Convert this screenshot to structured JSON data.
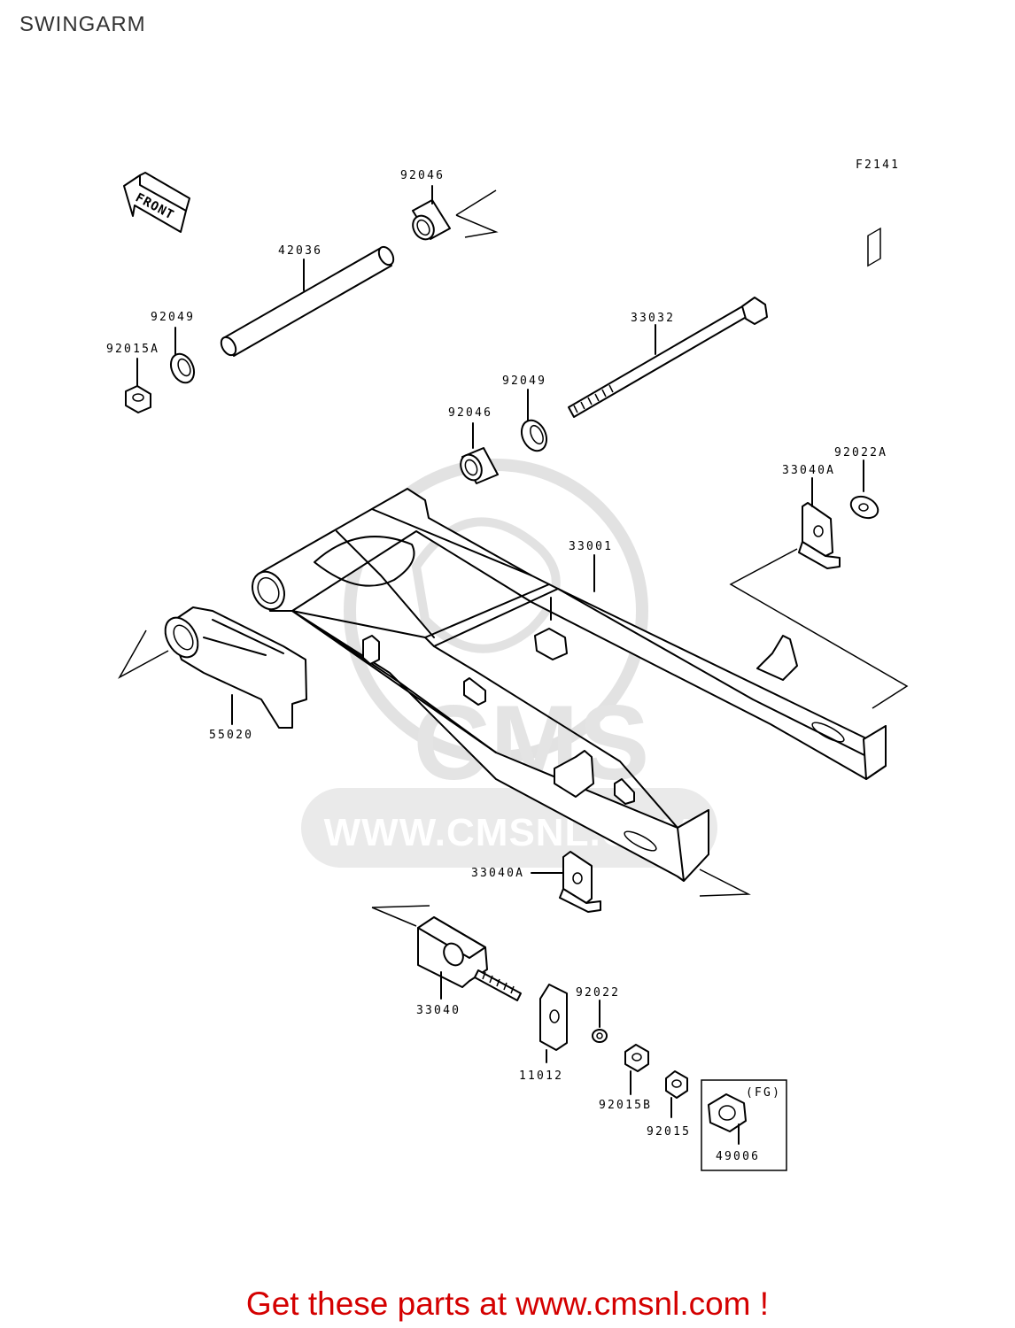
{
  "title": "SWINGARM",
  "figure_code": "F2141",
  "front_label": "FRONT",
  "watermark": "WWW.CMSNL.COM",
  "parts": [
    {
      "id": "p1",
      "number": "92046"
    },
    {
      "id": "p2",
      "number": "42036"
    },
    {
      "id": "p3",
      "number": "92049"
    },
    {
      "id": "p4",
      "number": "92015A"
    },
    {
      "id": "p5",
      "number": "33032"
    },
    {
      "id": "p6",
      "number": "92049"
    },
    {
      "id": "p7",
      "number": "92046"
    },
    {
      "id": "p8",
      "number": "92022A"
    },
    {
      "id": "p9",
      "number": "33040A"
    },
    {
      "id": "p10",
      "number": "33001"
    },
    {
      "id": "p11",
      "number": "55020"
    },
    {
      "id": "p12",
      "number": "33040A"
    },
    {
      "id": "p13",
      "number": "92022"
    },
    {
      "id": "p14",
      "number": "33040"
    },
    {
      "id": "p15",
      "number": "11012"
    },
    {
      "id": "p16",
      "number": "92015B"
    },
    {
      "id": "p17",
      "number": "92015"
    },
    {
      "id": "p18",
      "number": "49006"
    }
  ],
  "variant_note": "(FG)",
  "footer": "Get these parts at www.cmsnl.com !"
}
